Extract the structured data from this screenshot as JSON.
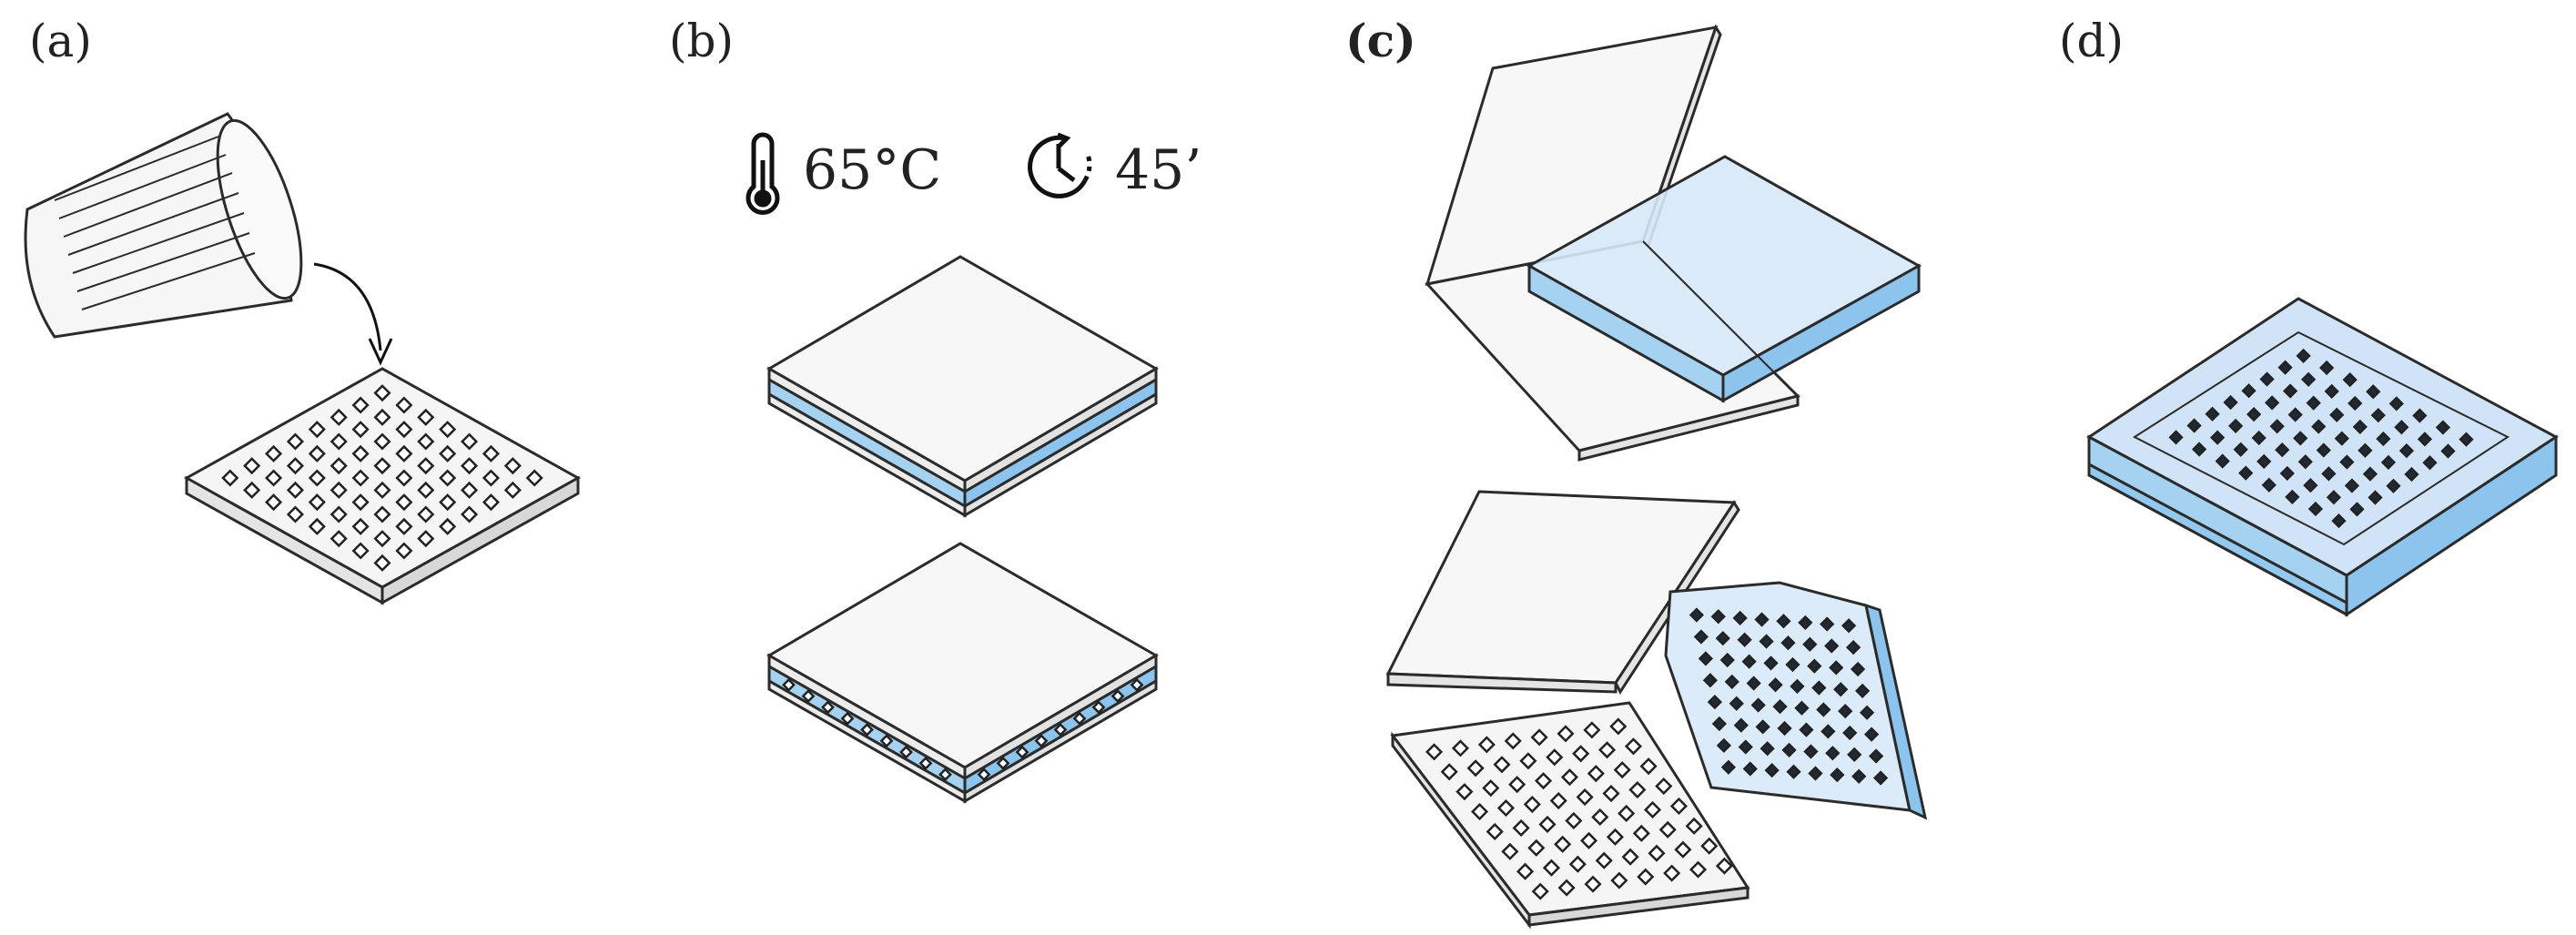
{
  "panels": {
    "a": {
      "label": "(a)"
    },
    "b": {
      "label": "(b)",
      "temperature": "65°C",
      "time": "45’"
    },
    "c": {
      "label": "(c)"
    },
    "d": {
      "label": "(d)"
    }
  },
  "icons": [
    "cup-icon",
    "thermometer-icon",
    "timer-icon",
    "arrow-icon"
  ],
  "colors": {
    "line": "#2b2b2b",
    "white_face": "#f8f8f8",
    "side_face": "#e6e6e6",
    "blue_top": "#dcebf9",
    "blue_side": "#8cc4ee",
    "blue_translucent": "#cfe3f7"
  }
}
